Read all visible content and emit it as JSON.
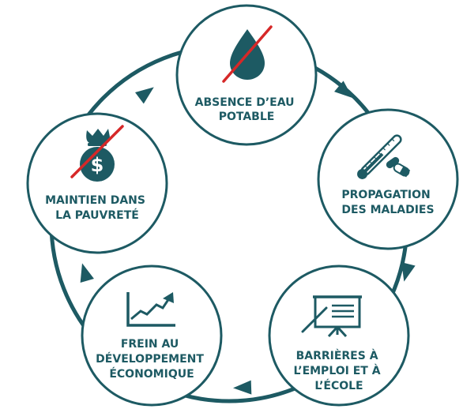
{
  "colors": {
    "primary": "#1d5a63",
    "cross": "#d62828",
    "background": "#ffffff"
  },
  "nodes": [
    {
      "icon": "water-drop-crossed-icon",
      "label_lines": [
        "ABSENCE D’EAU",
        "POTABLE"
      ]
    },
    {
      "icon": "thermometer-pills-icon",
      "label_lines": [
        "PROPAGATION",
        "DES MALADIES"
      ]
    },
    {
      "icon": "presentation-board-icon",
      "label_lines": [
        "BARRIÈRES À",
        "L’EMPLOI ET À",
        "L’ÉCOLE"
      ]
    },
    {
      "icon": "growth-chart-icon",
      "label_lines": [
        "FREIN AU",
        "DÉVELOPPEMENT",
        "ÉCONOMIQUE"
      ]
    },
    {
      "icon": "money-bag-crossed-icon",
      "label_lines": [
        "MAINTIEN DANS",
        "LA PAUVRETÉ"
      ]
    }
  ]
}
